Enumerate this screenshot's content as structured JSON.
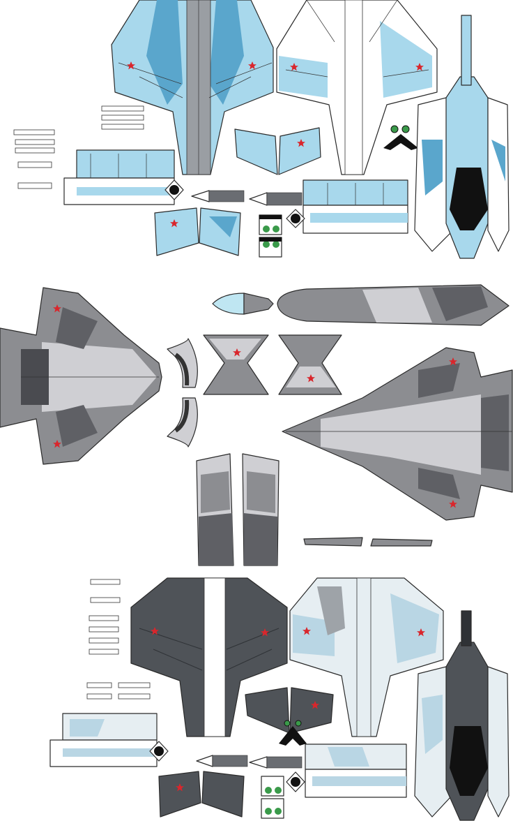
{
  "sheet": {
    "sections": [
      {
        "id": "blue-camo",
        "colors": {
          "base": "#a8d8ec",
          "dark": "#5aa6cc",
          "light": "#ffffff",
          "star": "#d9262c"
        }
      },
      {
        "id": "gray-camo",
        "colors": {
          "base": "#8c8d91",
          "dark": "#5f6065",
          "light": "#cfcfd3",
          "star": "#d9262c"
        }
      },
      {
        "id": "dark-winter-camo",
        "colors": {
          "base": "#4f5358",
          "dark": "#2f3236",
          "light": "#e6eef2",
          "accent": "#b9d6e4",
          "star": "#d9262c"
        }
      }
    ]
  }
}
